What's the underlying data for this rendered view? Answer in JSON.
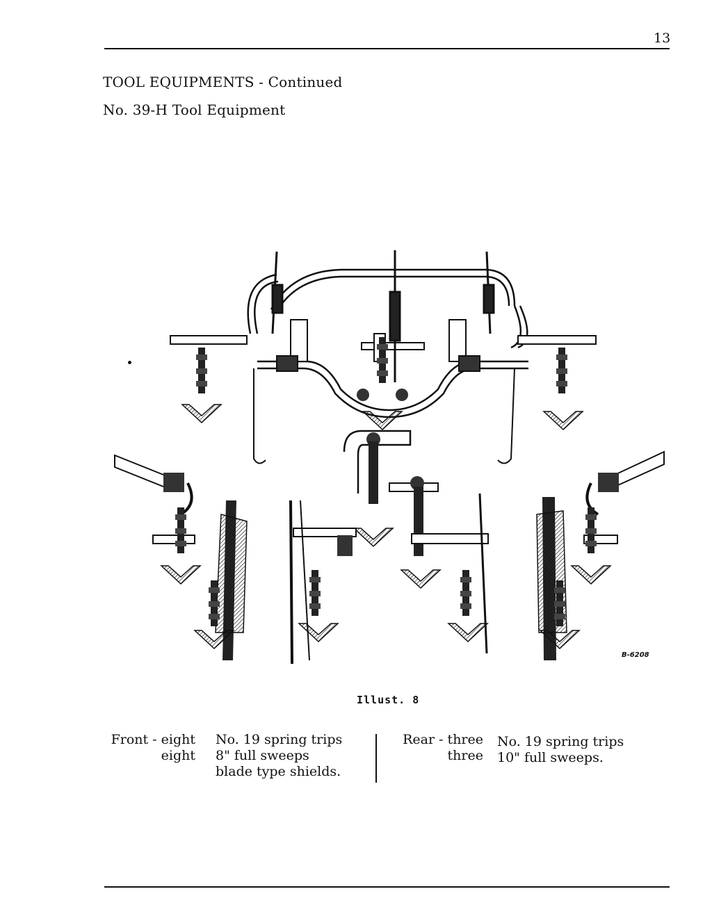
{
  "page_number": "13",
  "heading": {
    "section": "TOOL EQUIPMENTS - Continued",
    "subtitle": "No. 39-H Tool Equipment"
  },
  "figure": {
    "code": "B-6208",
    "caption": "Illust. 8"
  },
  "specs": {
    "front": {
      "label_lines": [
        "Front - eight",
        "eight"
      ],
      "item_lines": [
        "No. 19 spring trips",
        "8\" full sweeps",
        "blade  type shields."
      ]
    },
    "rear": {
      "label_lines": [
        "Rear - three",
        "three"
      ],
      "item_lines": [
        "No. 19 spring trips",
        "10\" full sweeps."
      ]
    }
  }
}
